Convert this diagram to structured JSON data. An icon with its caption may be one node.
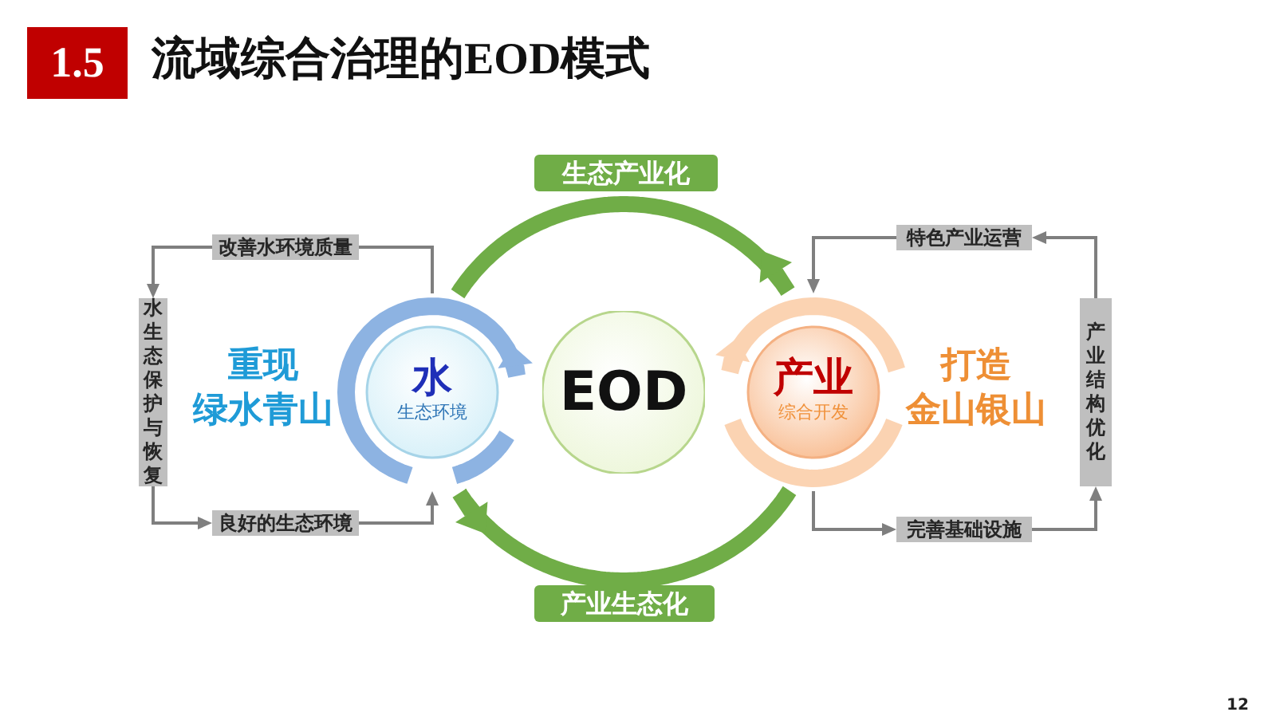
{
  "diagram": {
    "title": "流域综合治理的EOD模式",
    "nodes": [
      {
        "text": [
          "1.5"
        ]
      },
      {
        "text": [
          "水",
          "生态环境"
        ]
      },
      {
        "text": [
          "EOD"
        ]
      },
      {
        "text": [
          "产业",
          "综合开发"
        ]
      },
      {
        "text": [
          "改善水环境质量"
        ]
      },
      {
        "text": [
          "水生态保护与恢复"
        ]
      },
      {
        "text": [
          "良好的生态环境"
        ]
      },
      {
        "text": [
          "特色产业运营"
        ]
      },
      {
        "text": [
          "产业结构优化"
        ]
      },
      {
        "text": [
          "完善基础设施"
        ]
      }
    ],
    "edges": [
      {
        "from": 1,
        "to": 3,
        "arrow": "to",
        "label": "生态产业化",
        "style": "thick",
        "color": "#70ad47"
      },
      {
        "from": 3,
        "to": 1,
        "arrow": "to",
        "label": "产业生态化",
        "style": "thick",
        "color": "#70ad47"
      },
      {
        "from": 1,
        "to": 4,
        "arrow": "none"
      },
      {
        "from": 4,
        "to": 5,
        "arrow": "to"
      },
      {
        "from": 5,
        "to": 6,
        "arrow": "to"
      },
      {
        "from": 6,
        "to": 1,
        "arrow": "to"
      },
      {
        "from": 7,
        "to": 3,
        "arrow": "to"
      },
      {
        "from": 3,
        "to": 9,
        "arrow": "to"
      },
      {
        "from": 9,
        "to": 8,
        "arrow": "to"
      },
      {
        "from": 8,
        "to": 7,
        "arrow": "to"
      }
    ],
    "labels": [
      "重现",
      "绿水青山",
      "打造",
      "金山银山",
      "12"
    ]
  }
}
